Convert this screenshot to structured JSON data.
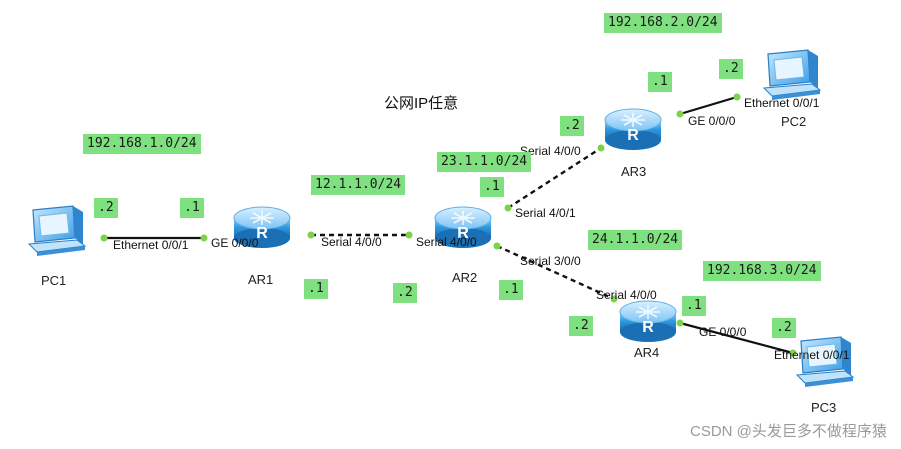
{
  "note": "公网IP任意",
  "watermark": "CSDN @头发巨多不做程序猿",
  "colors": {
    "label_bg": "#7fe07f",
    "link_point": "#7dd24a",
    "router_body": "#2f9ae0",
    "pc_screen": "#4fb3f0"
  },
  "devices": [
    {
      "id": "pc1",
      "label": "PC1",
      "icon": "pc-icon"
    },
    {
      "id": "ar1",
      "label": "AR1",
      "icon": "router-icon"
    },
    {
      "id": "ar2",
      "label": "AR2",
      "icon": "router-icon"
    },
    {
      "id": "ar3",
      "label": "AR3",
      "icon": "router-icon"
    },
    {
      "id": "ar4",
      "label": "AR4",
      "icon": "router-icon"
    },
    {
      "id": "pc2",
      "label": "PC2",
      "icon": "pc-icon"
    },
    {
      "id": "pc3",
      "label": "PC3",
      "icon": "pc-icon"
    }
  ],
  "links": [
    {
      "id": "pc1-ar1",
      "from": "pc1",
      "to": "ar1",
      "style": "solid"
    },
    {
      "id": "ar1-ar2",
      "from": "ar1",
      "to": "ar2",
      "style": "dashed"
    },
    {
      "id": "ar2-ar3",
      "from": "ar2",
      "to": "ar3",
      "style": "dashed"
    },
    {
      "id": "ar2-ar4",
      "from": "ar2",
      "to": "ar4",
      "style": "dashed"
    },
    {
      "id": "ar3-pc2",
      "from": "ar3",
      "to": "pc2",
      "style": "solid"
    },
    {
      "id": "ar4-pc3",
      "from": "ar4",
      "to": "pc3",
      "style": "solid"
    }
  ],
  "ports": {
    "pc1_eth": "Ethernet 0/0/1",
    "ar1_ge": "GE 0/0/0",
    "ar1_serial": "Serial 4/0/0",
    "ar2_s400": "Serial 4/0/0",
    "ar2_s401": "Serial 4/0/1",
    "ar2_s300": "Serial 3/0/0",
    "ar3_serial": "Serial 4/0/0",
    "ar3_ge": "GE 0/0/0",
    "pc2_eth": "Ethernet 0/0/1",
    "ar4_serial": "Serial 4/0/0",
    "ar4_ge": "GE 0/0/0",
    "pc3_eth": "Ethernet 0/0/1"
  },
  "subnets": {
    "lan1": "192.168.1.0/24",
    "lan2": "192.168.2.0/24",
    "lan3": "192.168.3.0/24",
    "wan12": "12.1.1.0/24",
    "wan23": "23.1.1.0/24",
    "wan24": "24.1.1.0/24"
  },
  "hosts": {
    "pc1": ".2",
    "ar1_ge": ".1",
    "ar1_s": ".1",
    "ar2_s400": ".2",
    "ar2_s401": ".1",
    "ar2_s300": ".1",
    "ar3_s": ".2",
    "ar3_ge": ".1",
    "pc2": ".2",
    "ar4_s": ".2",
    "ar4_ge": ".1",
    "pc3": ".2"
  }
}
